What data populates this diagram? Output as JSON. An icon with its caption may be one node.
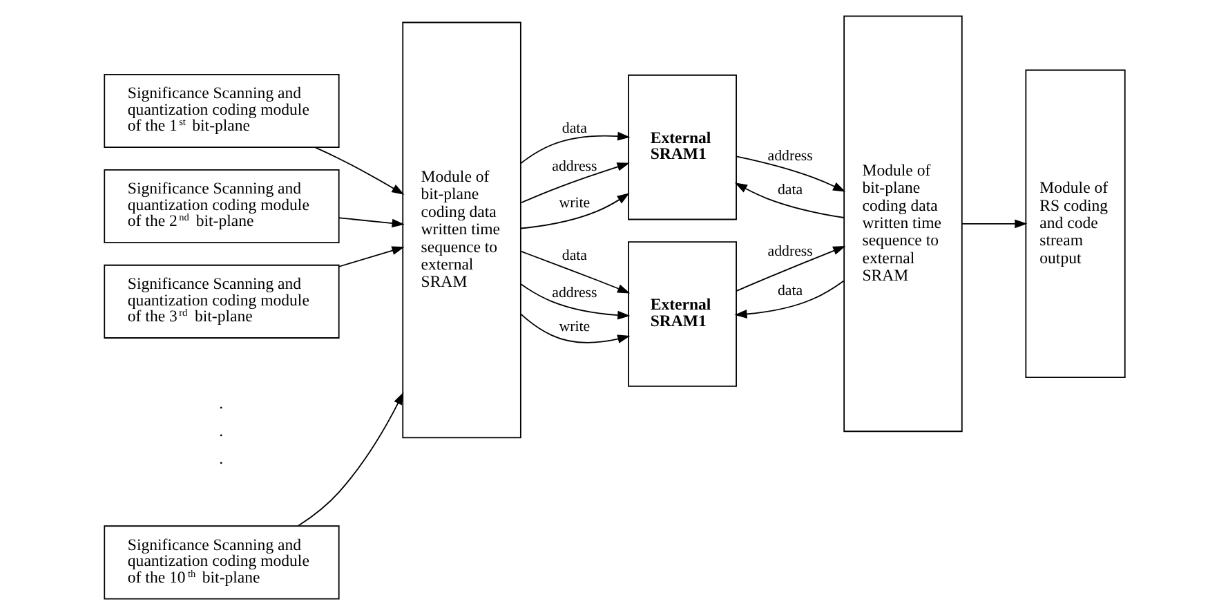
{
  "diagram": {
    "nodes": [
      {
        "text": [
          "Significance Scanning and quantization coding module of the 1$^{st}$ bit-plane"
        ]
      },
      {
        "text": [
          "Significance Scanning and quantization coding module of the 2$^{nd}$ bit-plane"
        ]
      },
      {
        "text": [
          "Significance Scanning and quantization coding module of the 3$^{rd}$ bit-plane"
        ]
      },
      {
        "text": [
          "Significance Scanning and quantization coding module of the 10$^{th}$ bit-plane"
        ]
      },
      {
        "text": [
          "Module of bit-plane coding data written time sequence to external SRAM"
        ]
      },
      {
        "text": [
          "External SRAM1"
        ]
      },
      {
        "text": [
          "External SRAM1"
        ]
      },
      {
        "text": [
          "Module of bit-plane coding data written time sequence to external SRAM"
        ]
      },
      {
        "text": [
          "Module of RS coding and code stream output"
        ]
      }
    ],
    "edges": [
      {
        "from": 0,
        "to": 4,
        "arrow": "to"
      },
      {
        "from": 1,
        "to": 4,
        "arrow": "to"
      },
      {
        "from": 2,
        "to": 4,
        "arrow": "to"
      },
      {
        "from": 3,
        "to": 4,
        "arrow": "to"
      },
      {
        "from": 4,
        "to": 5,
        "arrow": "to",
        "label": "data"
      },
      {
        "from": 4,
        "to": 5,
        "arrow": "to",
        "label": "address"
      },
      {
        "from": 4,
        "to": 5,
        "arrow": "to",
        "label": "write"
      },
      {
        "from": 5,
        "to": 7,
        "arrow": "to",
        "label": "address"
      },
      {
        "from": 7,
        "to": 5,
        "arrow": "to",
        "label": "data"
      },
      {
        "from": 4,
        "to": 6,
        "arrow": "to",
        "label": "data"
      },
      {
        "from": 4,
        "to": 6,
        "arrow": "to",
        "label": "address"
      },
      {
        "from": 4,
        "to": 6,
        "arrow": "to",
        "label": "write"
      },
      {
        "from": 6,
        "to": 7,
        "arrow": "to",
        "label": "address"
      },
      {
        "from": 7,
        "to": 6,
        "arrow": "to",
        "label": "data"
      },
      {
        "from": 7,
        "to": 8,
        "arrow": "to"
      }
    ],
    "labels": [
      ".",
      ".",
      "."
    ]
  }
}
